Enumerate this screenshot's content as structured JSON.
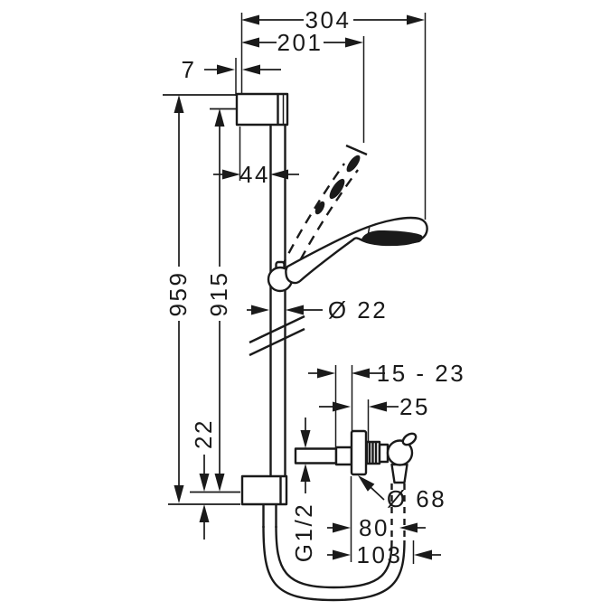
{
  "drawing": {
    "colors": {
      "ink": "#1a1a1a",
      "background": "#ffffff"
    },
    "dims": {
      "overall_width": "304",
      "shower_reach": "201",
      "wall_gap": "7",
      "bar_offset": "44",
      "total_height": "959",
      "bar_length": "915",
      "end_offset": "22",
      "bar_diameter": "Ø 22",
      "concealed_depth": "15 - 23",
      "escutcheon_depth": "25",
      "thread_size": "G1/2",
      "escutcheon_diameter": "Ø 68",
      "hose_center_offset": "80",
      "hose_outer_offset": "103"
    }
  }
}
